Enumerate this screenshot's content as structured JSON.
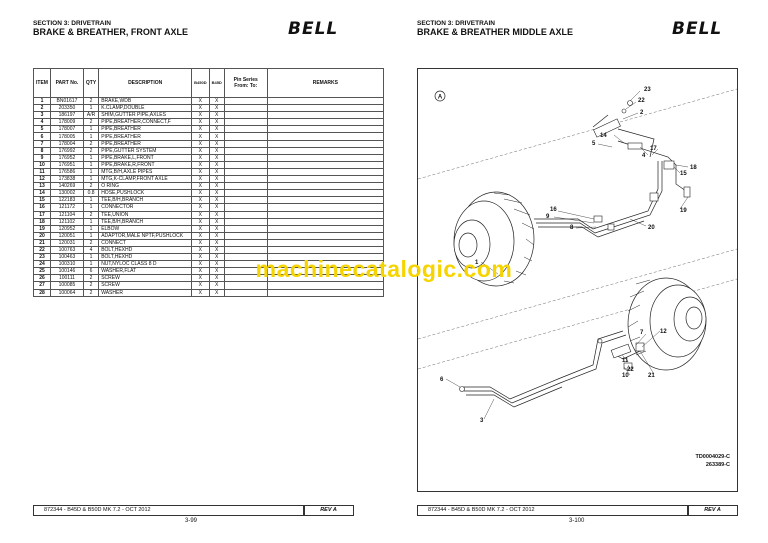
{
  "left_page": {
    "section": "SECTION 3: DRIVETRAIN",
    "title": "BRAKE & BREATHER, FRONT AXLE",
    "logo": "BELL",
    "table": {
      "headers": {
        "item": "ITEM",
        "part": "PART No.",
        "qty": "QTY",
        "description": "DESCRIPTION",
        "b1": "B450D",
        "b2": "B45D",
        "pin_series": "Pin Series",
        "from_to": "From: To:",
        "remarks": "REMARKS"
      },
      "rows": [
        {
          "item": "1",
          "part": "BN01617",
          "qty": "2",
          "desc": "BRAKE,WDB",
          "b1": "X",
          "b2": "X"
        },
        {
          "item": "2",
          "part": "203350",
          "qty": "1",
          "desc": "K.CLAMP,DOUBLE",
          "b1": "X",
          "b2": "X"
        },
        {
          "item": "3",
          "part": "186197",
          "qty": "A/R",
          "desc": "SHIM,GUTTER PIPE,AXLES",
          "b1": "X",
          "b2": "X"
        },
        {
          "item": "4",
          "part": "178009",
          "qty": "2",
          "desc": "PIPE,BREATHER,CONNECT,F",
          "b1": "X",
          "b2": "X"
        },
        {
          "item": "5",
          "part": "178007",
          "qty": "1",
          "desc": "PIPE,BREATHER",
          "b1": "X",
          "b2": "X"
        },
        {
          "item": "6",
          "part": "178005",
          "qty": "1",
          "desc": "PIPE,BREATHER",
          "b1": "X",
          "b2": "X"
        },
        {
          "item": "7",
          "part": "178004",
          "qty": "2",
          "desc": "PIPE,BREATHER",
          "b1": "X",
          "b2": "X"
        },
        {
          "item": "8",
          "part": "176992",
          "qty": "2",
          "desc": "PIPE,GUTTER SYSTEM",
          "b1": "X",
          "b2": "X"
        },
        {
          "item": "9",
          "part": "176952",
          "qty": "1",
          "desc": "PIPE,BRAKE,L,FRONT",
          "b1": "X",
          "b2": "X"
        },
        {
          "item": "10",
          "part": "176951",
          "qty": "1",
          "desc": "PIPE,BRAKE,R,FRONT",
          "b1": "X",
          "b2": "X"
        },
        {
          "item": "11",
          "part": "176586",
          "qty": "1",
          "desc": "MTG,B/H,AXLE PIPES",
          "b1": "X",
          "b2": "X"
        },
        {
          "item": "12",
          "part": "173838",
          "qty": "1",
          "desc": "MTG,K-CLAMP,FRONT AXLE",
          "b1": "X",
          "b2": "X"
        },
        {
          "item": "13",
          "part": "140269",
          "qty": "2",
          "desc": "O RING",
          "b1": "X",
          "b2": "X"
        },
        {
          "item": "14",
          "part": "130002",
          "qty": "0.8",
          "desc": "HOSE,PUSHLOCK",
          "b1": "X",
          "b2": "X"
        },
        {
          "item": "15",
          "part": "122183",
          "qty": "1",
          "desc": "TEE,B/H,BRANCH",
          "b1": "X",
          "b2": "X"
        },
        {
          "item": "16",
          "part": "121172",
          "qty": "1",
          "desc": "CONNECTOR",
          "b1": "X",
          "b2": "X"
        },
        {
          "item": "17",
          "part": "121104",
          "qty": "2",
          "desc": "TEE,UNION",
          "b1": "X",
          "b2": "X"
        },
        {
          "item": "18",
          "part": "121102",
          "qty": "1",
          "desc": "TEE,B/H,BRANCH",
          "b1": "X",
          "b2": "X"
        },
        {
          "item": "19",
          "part": "120952",
          "qty": "1",
          "desc": "ELBOW",
          "b1": "X",
          "b2": "X"
        },
        {
          "item": "20",
          "part": "120051",
          "qty": "1",
          "desc": "ADAPTOR,MALE NPTF,PUSHLOCK",
          "b1": "X",
          "b2": "X"
        },
        {
          "item": "21",
          "part": "120031",
          "qty": "2",
          "desc": "CONNECT",
          "b1": "X",
          "b2": "X"
        },
        {
          "item": "22",
          "part": "100763",
          "qty": "4",
          "desc": "BOLT,HEXHD",
          "b1": "X",
          "b2": "X"
        },
        {
          "item": "23",
          "part": "100463",
          "qty": "1",
          "desc": "BOLT,HEXHD",
          "b1": "X",
          "b2": "X"
        },
        {
          "item": "24",
          "part": "100310",
          "qty": "1",
          "desc": "NUT,NYLOC CLASS 8 D",
          "b1": "X",
          "b2": "X"
        },
        {
          "item": "25",
          "part": "100146",
          "qty": "6",
          "desc": "WASHER,FLAT",
          "b1": "X",
          "b2": "X"
        },
        {
          "item": "26",
          "part": "100111",
          "qty": "2",
          "desc": "SCREW",
          "b1": "X",
          "b2": "X"
        },
        {
          "item": "27",
          "part": "100085",
          "qty": "2",
          "desc": "SCREW",
          "b1": "X",
          "b2": "X"
        },
        {
          "item": "28",
          "part": "100064",
          "qty": "2",
          "desc": "WASHER",
          "b1": "X",
          "b2": "X"
        }
      ]
    },
    "footer": {
      "doc": "872344 - B45D & B50D MK 7.2 - OCT 2012",
      "rev": "REV A",
      "page": "3-99"
    }
  },
  "right_page": {
    "section": "SECTION 3: DRIVETRAIN",
    "title": "BRAKE & BREATHER MIDDLE AXLE",
    "logo": "BELL",
    "diagram": {
      "view_label": "A",
      "callouts": [
        "23",
        "22",
        "2",
        "14",
        "5",
        "17",
        "4",
        "18",
        "15",
        "19",
        "16",
        "9",
        "8",
        "20",
        "1",
        "7",
        "12",
        "11",
        "22",
        "21",
        "10",
        "6",
        "3"
      ],
      "ref_codes": [
        "TD0004029-C",
        "263389-C"
      ]
    },
    "footer": {
      "doc": "872344 - B45D & B50D MK 7.2 - OCT 2012",
      "rev": "REV A",
      "page": "3-100"
    }
  },
  "watermark": "machinecatalogic.com"
}
